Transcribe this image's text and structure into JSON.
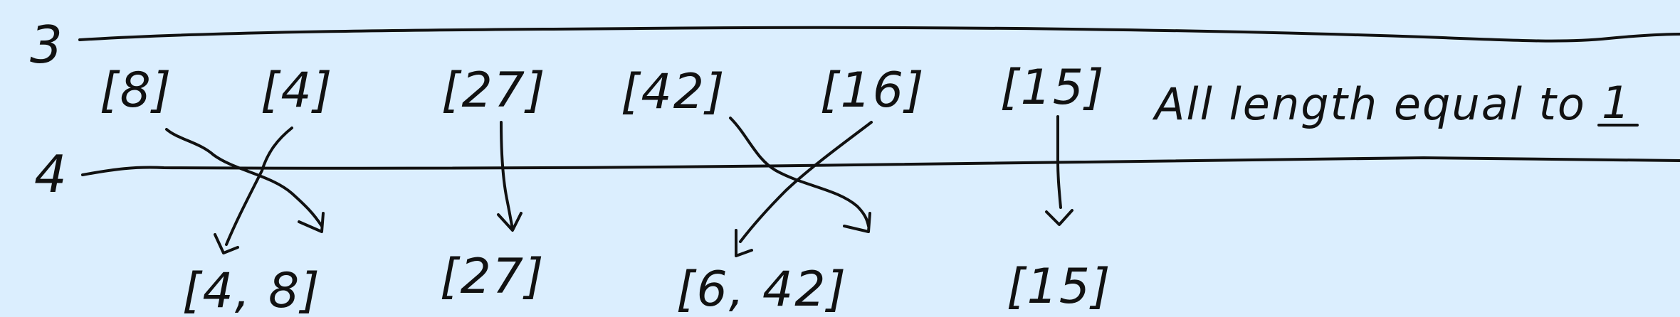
{
  "rows": [
    {
      "label": "3",
      "arrays": [
        "[8]",
        "[4]",
        "[27]",
        "[42]",
        "[16]",
        "[15]"
      ]
    },
    {
      "label": "4",
      "arrays": [
        "[4, 8]",
        "[27]",
        "[6, 42]",
        "[15]"
      ]
    }
  ],
  "note": {
    "text": "All length equal to",
    "value": "1"
  }
}
